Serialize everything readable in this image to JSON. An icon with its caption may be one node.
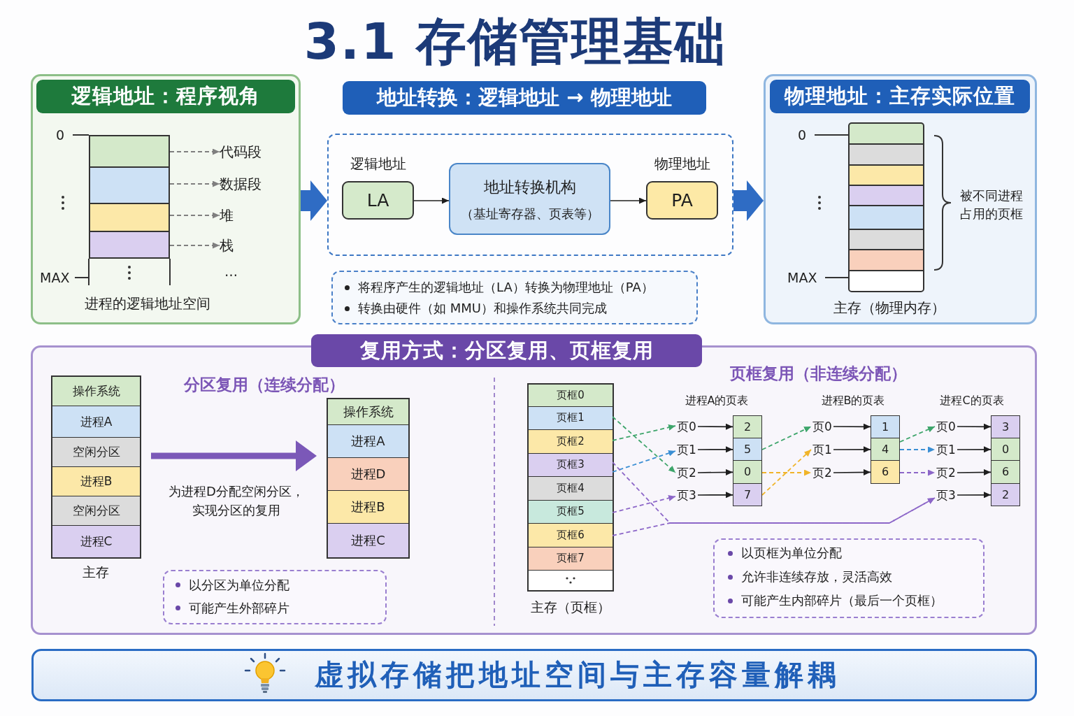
{
  "diagram": {
    "title": "3.1 存储管理基础",
    "nodes": [
      {
        "text": [
          "逻辑地址：程序视角"
        ]
      },
      {
        "text": [],
        "shape": "box",
        "in": 0
      },
      {
        "text": [],
        "shape": "box",
        "in": 0
      },
      {
        "text": [],
        "shape": "box",
        "in": 0
      },
      {
        "text": [],
        "shape": "box",
        "in": 0
      },
      {
        "text": [
          "代码段"
        ],
        "in": 0
      },
      {
        "text": [
          "数据段"
        ],
        "in": 0
      },
      {
        "text": [
          "堆"
        ],
        "in": 0
      },
      {
        "text": [
          "栈"
        ],
        "in": 0
      },
      {
        "text": [
          "地址转换：逻辑地址 → 物理地址"
        ]
      },
      {
        "text": [],
        "shape": "box"
      },
      {
        "text": [
          "逻辑地址",
          "LA"
        ],
        "in": 10
      },
      {
        "text": [
          "地址转换机构",
          "（基址寄存器、页表等）"
        ],
        "in": 10
      },
      {
        "text": [
          "物理地址",
          "PA"
        ],
        "in": 10
      },
      {
        "text": [
          "将程序产生的逻辑地址（LA）转换为物理地址（PA）",
          "转换由硬件（如 MMU）和操作系统共同完成"
        ]
      },
      {
        "text": [
          "物理地址：主存实际位置"
        ]
      },
      {
        "text": [
          "复用方式：分区复用、页框复用"
        ]
      },
      {
        "text": [],
        "shape": "box",
        "in": 16
      },
      {
        "text": [
          "操作系统"
        ],
        "in": 17
      },
      {
        "text": [
          "进程A"
        ],
        "in": 17
      },
      {
        "text": [
          "空闲分区"
        ],
        "in": 17
      },
      {
        "text": [
          "进程B"
        ],
        "in": 17
      },
      {
        "text": [
          "空闲分区"
        ],
        "in": 17
      },
      {
        "text": [
          "进程C"
        ],
        "in": 17
      },
      {
        "text": [],
        "shape": "box",
        "in": 16
      },
      {
        "text": [
          "操作系统"
        ],
        "in": 24
      },
      {
        "text": [
          "进程A"
        ],
        "in": 24
      },
      {
        "text": [
          "进程D"
        ],
        "in": 24
      },
      {
        "text": [
          "进程B"
        ],
        "in": 24
      },
      {
        "text": [
          "进程C"
        ],
        "in": 24
      },
      {
        "text": [
          "以分区为单位分配",
          "可能产生外部碎片"
        ],
        "in": 16
      },
      {
        "text": [],
        "shape": "box",
        "in": 16
      },
      {
        "text": [
          "页框0"
        ],
        "in": 31
      },
      {
        "text": [
          "页框1"
        ],
        "in": 31
      },
      {
        "text": [
          "页框2"
        ],
        "in": 31
      },
      {
        "text": [
          "页框3"
        ],
        "in": 31
      },
      {
        "text": [
          "页框4"
        ],
        "in": 31
      },
      {
        "text": [
          "页框5"
        ],
        "in": 31
      },
      {
        "text": [
          "页框6"
        ],
        "in": 31
      },
      {
        "text": [
          "页框7"
        ],
        "in": 31
      },
      {
        "text": [
          "页0"
        ],
        "in": 16
      },
      {
        "text": [
          "页1"
        ],
        "in": 16
      },
      {
        "text": [
          "页2"
        ],
        "in": 16
      },
      {
        "text": [
          "页3"
        ],
        "in": 16
      },
      {
        "text": [
          "2"
        ],
        "in": 16
      },
      {
        "text": [
          "5"
        ],
        "in": 16
      },
      {
        "text": [
          "0"
        ],
        "in": 16
      },
      {
        "text": [
          "7"
        ],
        "in": 16
      },
      {
        "text": [
          "页0"
        ],
        "in": 16
      },
      {
        "text": [
          "页1"
        ],
        "in": 16
      },
      {
        "text": [
          "页2"
        ],
        "in": 16
      },
      {
        "text": [
          "1"
        ],
        "in": 16
      },
      {
        "text": [
          "4"
        ],
        "in": 16
      },
      {
        "text": [
          "6"
        ],
        "in": 16
      },
      {
        "text": [
          "页0"
        ],
        "in": 16
      },
      {
        "text": [
          "页1"
        ],
        "in": 16
      },
      {
        "text": [
          "页2"
        ],
        "in": 16
      },
      {
        "text": [
          "页3"
        ],
        "in": 16
      },
      {
        "text": [
          "3"
        ],
        "in": 16
      },
      {
        "text": [
          "0"
        ],
        "in": 16
      },
      {
        "text": [
          "6"
        ],
        "in": 16
      },
      {
        "text": [
          "2"
        ],
        "in": 16
      },
      {
        "text": [
          "以页框为单位分配",
          "允许非连续存放，灵活高效",
          "可能产生内部碎片（最后一个页框）"
        ],
        "in": 16
      },
      {
        "text": [
          "虚拟存储把地址空间与主存容量解耦"
        ]
      }
    ],
    "edges": [
      {
        "from": 0,
        "to": 10,
        "arrow": "to",
        "style": "thick",
        "color": "#2f6cc4"
      },
      {
        "from": 10,
        "to": 15,
        "arrow": "to",
        "style": "thick",
        "color": "#2f6cc4"
      },
      {
        "from": 11,
        "to": 12,
        "arrow": "to"
      },
      {
        "from": 12,
        "to": 13,
        "arrow": "to"
      },
      {
        "from": 1,
        "to": 5,
        "arrow": "to",
        "style": "dashed",
        "color": "#7f7f7f"
      },
      {
        "from": 2,
        "to": 6,
        "arrow": "to",
        "style": "dashed",
        "color": "#7f7f7f"
      },
      {
        "from": 3,
        "to": 7,
        "arrow": "to",
        "style": "dashed",
        "color": "#7f7f7f"
      },
      {
        "from": 4,
        "to": 8,
        "arrow": "to",
        "style": "dashed",
        "color": "#7f7f7f"
      },
      {
        "from": 17,
        "to": 24,
        "arrow": "to",
        "label": "为进程D分配空闲分区，实现分区的复用",
        "style": "thick",
        "color": "#7b58b8"
      },
      {
        "from": 40,
        "to": 44,
        "arrow": "to"
      },
      {
        "from": 41,
        "to": 45,
        "arrow": "to"
      },
      {
        "from": 42,
        "to": 46,
        "arrow": "to"
      },
      {
        "from": 43,
        "to": 47,
        "arrow": "to"
      },
      {
        "from": 48,
        "to": 51,
        "arrow": "to"
      },
      {
        "from": 49,
        "to": 52,
        "arrow": "to"
      },
      {
        "from": 50,
        "to": 53,
        "arrow": "to"
      },
      {
        "from": 54,
        "to": 58,
        "arrow": "to"
      },
      {
        "from": 55,
        "to": 59,
        "arrow": "to"
      },
      {
        "from": 56,
        "to": 60,
        "arrow": "to"
      },
      {
        "from": 57,
        "to": 61,
        "arrow": "to"
      },
      {
        "from": 33,
        "to": 42,
        "arrow": "to",
        "style": "dashed",
        "color": "#3ea56b"
      },
      {
        "from": 34,
        "to": 40,
        "arrow": "to",
        "style": "dashed",
        "color": "#3ea56b"
      },
      {
        "from": 35,
        "to": 41,
        "arrow": "to",
        "style": "dashed",
        "color": "#3b8fd4"
      },
      {
        "from": 35,
        "to": 57,
        "arrow": "to",
        "style": "dashed",
        "color": "#8c66c8"
      },
      {
        "from": 37,
        "to": 43,
        "arrow": "to",
        "style": "dashed",
        "color": "#8c66c8"
      },
      {
        "from": 38,
        "to": 57,
        "arrow": "to",
        "style": "dashed",
        "color": "#8c66c8"
      },
      {
        "from": 45,
        "to": 48,
        "arrow": "to",
        "style": "dashed",
        "color": "#3ea56b"
      },
      {
        "from": 46,
        "to": 50,
        "arrow": "to",
        "style": "dashed",
        "color": "#f0b429"
      },
      {
        "from": 47,
        "to": 49,
        "arrow": "to",
        "style": "dashed",
        "color": "#f0b429"
      },
      {
        "from": 52,
        "to": 54,
        "arrow": "to",
        "style": "dashed",
        "color": "#3ea56b"
      },
      {
        "from": 52,
        "to": 55,
        "arrow": "to",
        "style": "dashed",
        "color": "#3b8fd4"
      },
      {
        "from": 53,
        "to": 56,
        "arrow": "to",
        "style": "dashed",
        "color": "#8c66c8"
      }
    ],
    "labels": [
      "0",
      "MAX",
      "…",
      "进程的逻辑地址空间",
      "0",
      "MAX",
      "被不同进程占用的页框",
      "主存（物理内存）",
      "分区复用（连续分配）",
      "页框复用（非连续分配）",
      "进程A的页表",
      "进程B的页表",
      "进程C的页表",
      "主存",
      "主存（页框）"
    ]
  }
}
